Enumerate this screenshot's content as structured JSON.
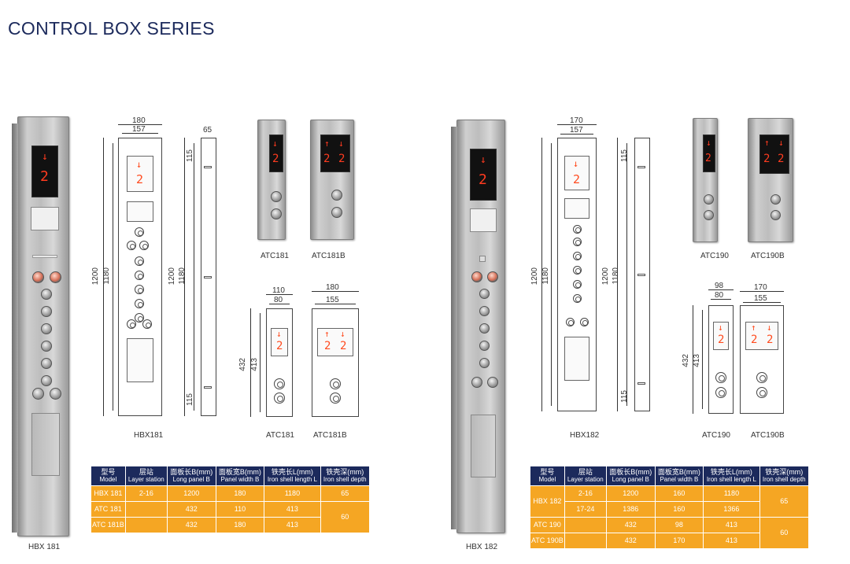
{
  "title": "CONTROL BOX SERIES",
  "left": {
    "photo_label": "HBX 181",
    "drawing_label": "HBX181",
    "hbx_dims": {
      "outer_width": "180",
      "inner_width": "157",
      "outer_height": "1200",
      "inner_height": "1180",
      "side_depth": "65",
      "side_height": "1200",
      "side_inner": "1180",
      "top": "115",
      "bottom": "115"
    },
    "atc_photo_labels": [
      "ATC181",
      "ATC181B"
    ],
    "atc_drawing_labels": [
      "ATC181",
      "ATC181B"
    ],
    "atc_dims": {
      "a_outer": "110",
      "a_inner": "80",
      "b_outer": "180",
      "b_inner": "155",
      "outer_height": "432",
      "inner_height": "413"
    },
    "display_digit": "2",
    "table": {
      "headers": [
        {
          "cn": "型号",
          "en": "Model"
        },
        {
          "cn": "层站",
          "en": "Layer station"
        },
        {
          "cn": "面板长B(mm)",
          "en": "Long panel B"
        },
        {
          "cn": "面板宽B(mm)",
          "en": "Panel width B"
        },
        {
          "cn": "铁壳长L(mm)",
          "en": "Iron shell length L"
        },
        {
          "cn": "铁壳深(mm)",
          "en": "Iron shell depth"
        }
      ],
      "rows": [
        [
          "HBX 181",
          "2-16",
          "1200",
          "180",
          "1180",
          "65"
        ],
        [
          "ATC 181",
          "",
          "432",
          "110",
          "413",
          "60"
        ],
        [
          "ATC 181B",
          "",
          "432",
          "180",
          "413",
          ""
        ]
      ]
    }
  },
  "right": {
    "photo_label": "HBX 182",
    "drawing_label": "HBX182",
    "hbx_dims": {
      "outer_width": "170",
      "inner_width": "157",
      "outer_height": "1200",
      "inner_height": "1180",
      "side_height": "1200",
      "side_inner": "1180",
      "top": "115",
      "bottom": "115"
    },
    "atc_photo_labels": [
      "ATC190",
      "ATC190B"
    ],
    "atc_drawing_labels": [
      "ATC190",
      "ATC190B"
    ],
    "atc_dims": {
      "a_outer": "98",
      "a_inner": "80",
      "b_outer": "170",
      "b_inner": "155",
      "outer_height": "432",
      "inner_height": "413"
    },
    "display_digit": "2",
    "table": {
      "headers": [
        {
          "cn": "型号",
          "en": "Model"
        },
        {
          "cn": "层站",
          "en": "Layer station"
        },
        {
          "cn": "面板长B(mm)",
          "en": "Long panel B"
        },
        {
          "cn": "面板宽B(mm)",
          "en": "Panel width B"
        },
        {
          "cn": "铁壳长L(mm)",
          "en": "Iron shell length L"
        },
        {
          "cn": "铁壳深(mm)",
          "en": "Iron shell depth"
        }
      ],
      "rows": [
        [
          "HBX 182",
          "2-16",
          "1200",
          "160",
          "1180",
          "65"
        ],
        [
          "",
          "17-24",
          "1386",
          "160",
          "1366",
          ""
        ],
        [
          "ATC 190",
          "",
          "432",
          "98",
          "413",
          "60"
        ],
        [
          "ATC 190B",
          "",
          "432",
          "170",
          "413",
          ""
        ]
      ]
    }
  },
  "colors": {
    "navy": "#1c2a5c",
    "orange": "#f5a623",
    "display_red": "#ff3b1f"
  }
}
